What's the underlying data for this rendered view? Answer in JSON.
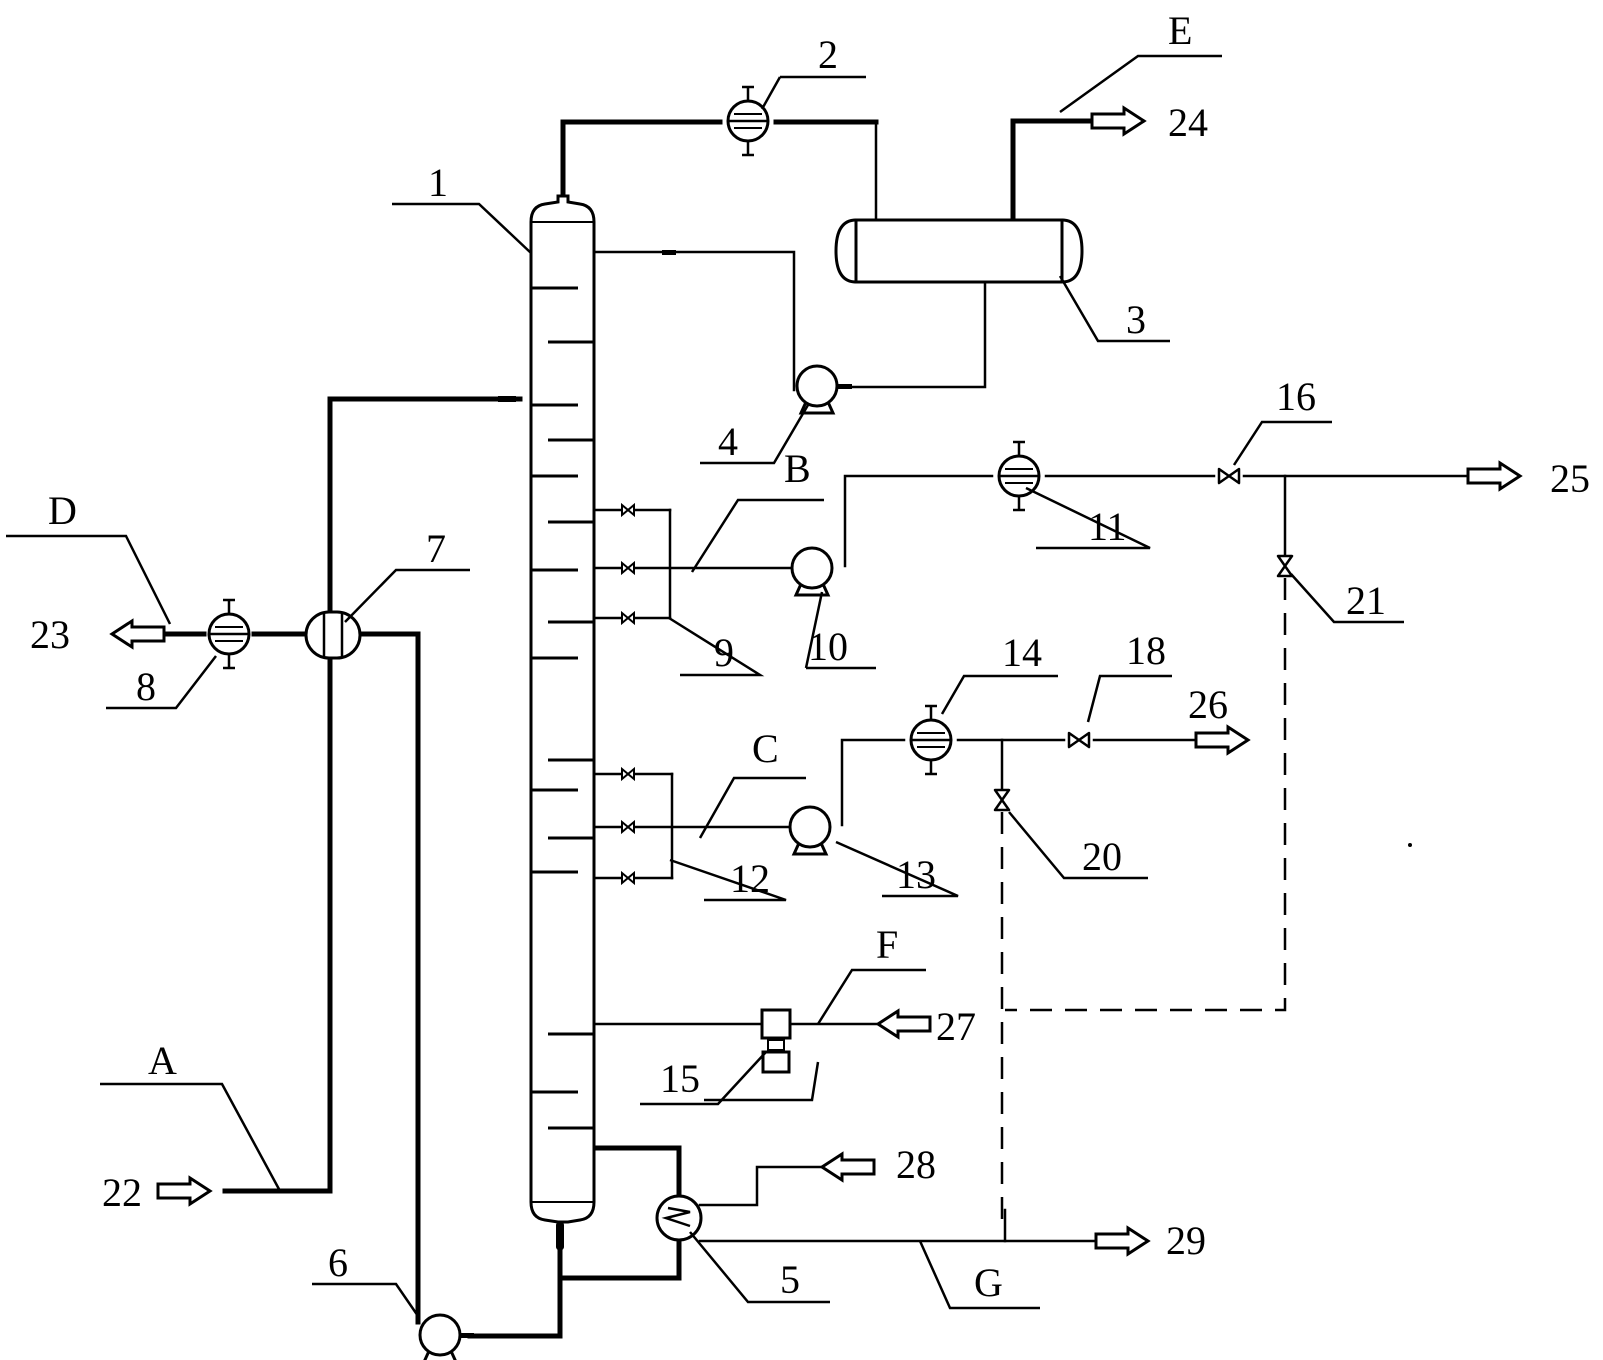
{
  "labels": {
    "n1": "1",
    "n2": "2",
    "n3": "3",
    "n4": "4",
    "n5": "5",
    "n6": "6",
    "n7": "7",
    "n8": "8",
    "n9": "9",
    "n10": "10",
    "n11": "11",
    "n12": "12",
    "n13": "13",
    "n14": "14",
    "n15": "15",
    "n16": "16",
    "n18": "18",
    "n20": "20",
    "n21": "21",
    "A": "A",
    "B": "B",
    "C": "C",
    "D": "D",
    "E": "E",
    "F": "F",
    "G": "G",
    "s22": "22",
    "s23": "23",
    "s24": "24",
    "s25": "25",
    "s26": "26",
    "s27": "27",
    "s28": "28",
    "s29": "29"
  }
}
